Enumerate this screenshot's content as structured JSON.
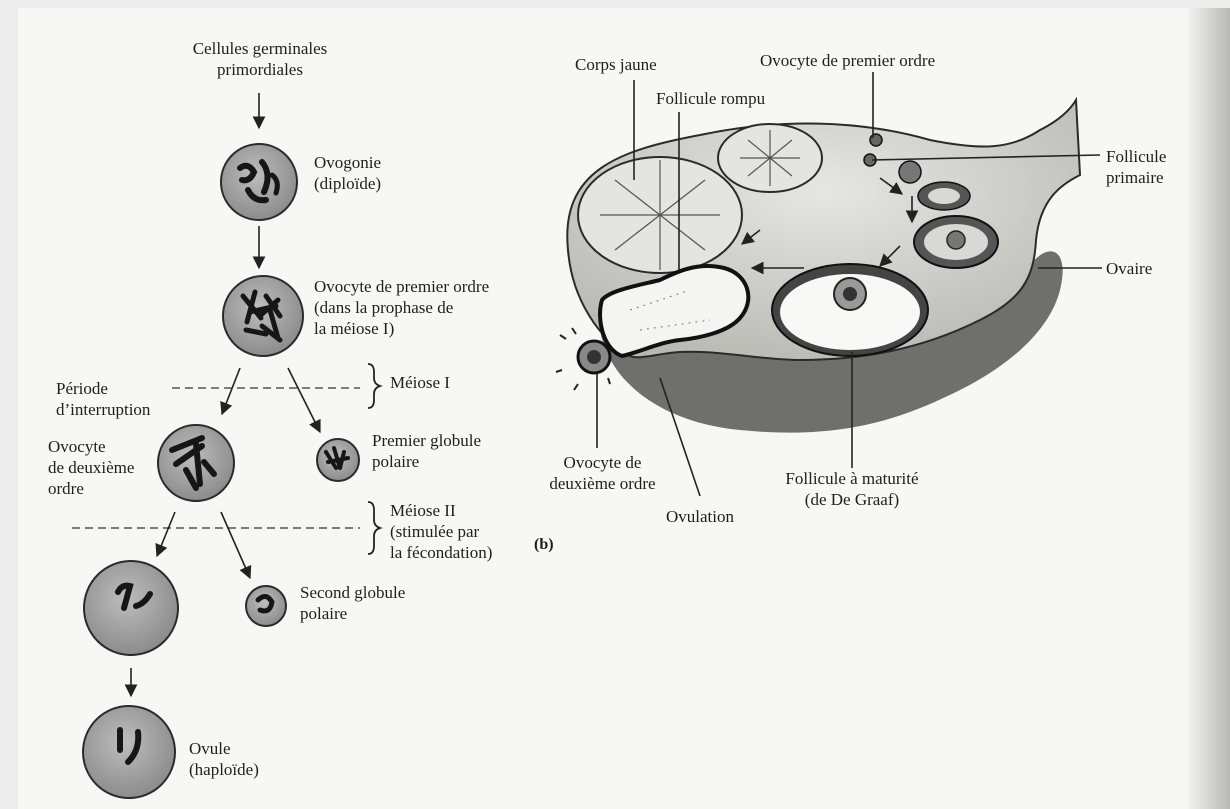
{
  "meiosis": {
    "germ_cells": "Cellules germinales\nprimordiales",
    "oogonium": "Ovogonie\n(diploïde)",
    "primary_oocyte": "Ovocyte de premier ordre\n(dans la prophase de\nla méiose I)",
    "arrest_period": "Période\nd’interruption",
    "meiosis_1": "Méiose I",
    "secondary_oocyte": "Ovocyte\nde deuxième\nordre",
    "first_polar_body": "Premier globule\npolaire",
    "meiosis_2": "Méiose II\n(stimulée par\nla fécondation)",
    "panel_letter": "(b)",
    "second_polar_body": "Second globule\npolaire",
    "ovum": "Ovule\n(haploïde)"
  },
  "ovary": {
    "corpus_luteum": "Corps jaune",
    "ruptured_follicle": "Follicule rompu",
    "primary_oocyte": "Ovocyte de premier ordre",
    "primary_follicle": "Follicule\nprimaire",
    "ovary": "Ovaire",
    "secondary_oocyte": "Ovocyte de\ndeuxième ordre",
    "ovulation": "Ovulation",
    "mature_follicle": "Follicule à maturité\n(de De Graaf)"
  },
  "colors": {
    "page": "#f7f7f5",
    "cell_fill": "#a9a9a9",
    "cell_border": "#2a2a2a",
    "chromosome": "#161616",
    "ovary_fill": "#d8d8d4",
    "ovary_shadow": "#6f6f6b"
  }
}
